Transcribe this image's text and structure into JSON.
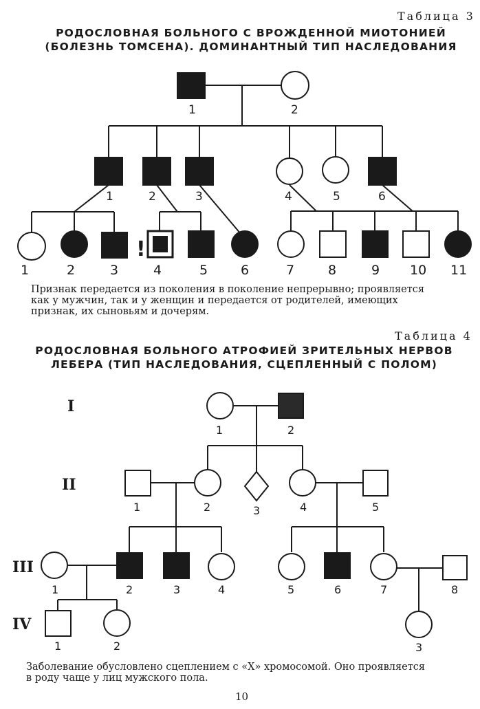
{
  "table3": {
    "label": "Таблица 3",
    "title_line1": "РОДОСЛОВНАЯ БОЛЬНОГО С ВРОЖДЕННОЙ МИОТОНИЕЙ",
    "title_line2": "(БОЛЕЗНЬ ТОМСЕНА). ДОМИНАНТНЫЙ ТИП НАСЛЕДОВАНИЯ",
    "proband_mark": "!",
    "caption_line1": "Признак передается из поколения в поколение непрерывно; проявляется",
    "caption_line2": "как у мужчин, так и у женщин и передается от родителей, имеющих",
    "caption_line3": "признак, их сыновьям и дочерям.",
    "labels": {
      "g1": [
        "1",
        "2"
      ],
      "g2": [
        "1",
        "2",
        "3",
        "4",
        "5",
        "6"
      ],
      "g3": [
        "1",
        "2",
        "3",
        "4",
        "5",
        "6",
        "7",
        "8",
        "9",
        "10",
        "11"
      ]
    }
  },
  "table4": {
    "label": "Таблица 4",
    "title_line1": "РОДОСЛОВНАЯ БОЛЬНОГО АТРОФИЕЙ ЗРИТЕЛЬНЫХ НЕРВОВ",
    "title_line2": "ЛЕБЕРА (ТИП НАСЛЕДОВАНИЯ, СЦЕПЛЕННЫЙ С ПОЛОМ)",
    "generations": [
      "I",
      "II",
      "III",
      "IV"
    ],
    "caption_line1": "Заболевание обусловлено сцеплением с «X» хромосомой. Оно проявляется",
    "caption_line2": "в роду чаще у лиц мужского пола.",
    "labels": {
      "g1": [
        "1",
        "2"
      ],
      "g2": [
        "1",
        "2",
        "3",
        "4",
        "5"
      ],
      "g3": [
        "1",
        "2",
        "3",
        "4",
        "5",
        "6",
        "7",
        "8"
      ],
      "g4": [
        "1",
        "2",
        "3"
      ]
    }
  },
  "page_number": "10",
  "colors": {
    "ink": "#1a1a1a",
    "paper": "#ffffff"
  }
}
